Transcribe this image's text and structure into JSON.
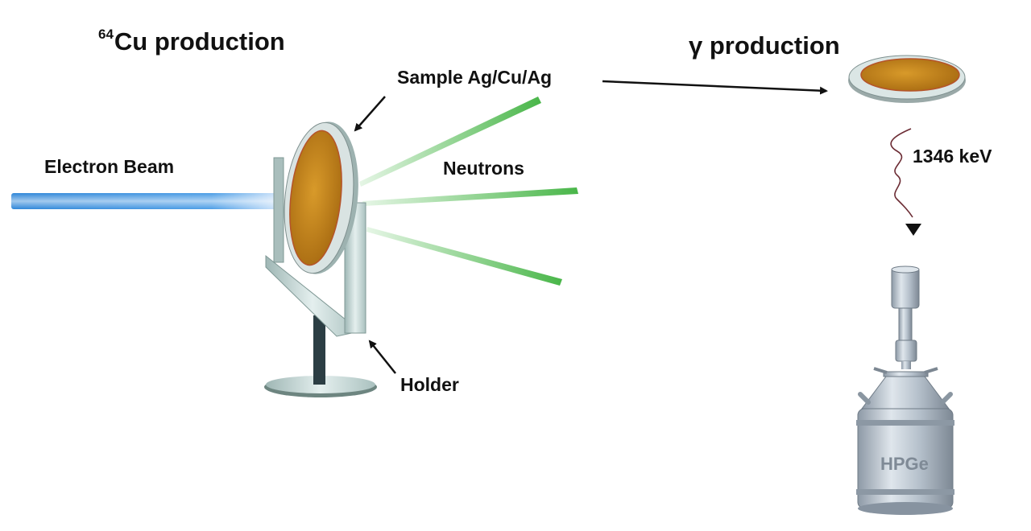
{
  "titles": {
    "cu_isotope_mass": "64",
    "cu_production": "Cu production",
    "gamma_production": "γ production"
  },
  "labels": {
    "sample": "Sample Ag/Cu/Ag",
    "electron_beam": "Electron Beam",
    "neutrons": "Neutrons",
    "holder": "Holder",
    "gamma_energy": "1346 keV",
    "detector": "HPGe"
  },
  "colors": {
    "beam": "#2f86d8",
    "neutrons": "#5cc35c",
    "copper": "#c7891a",
    "holder": "#cfe2e0",
    "detector": "#9aa6b3",
    "wave": "#6b2b33"
  },
  "icons": [
    "electron-beam-icon",
    "neutron-ray-icon",
    "sample-disk-icon",
    "holder-stand-icon",
    "gamma-wave-icon",
    "hpge-detector-icon",
    "arrow-icon"
  ]
}
